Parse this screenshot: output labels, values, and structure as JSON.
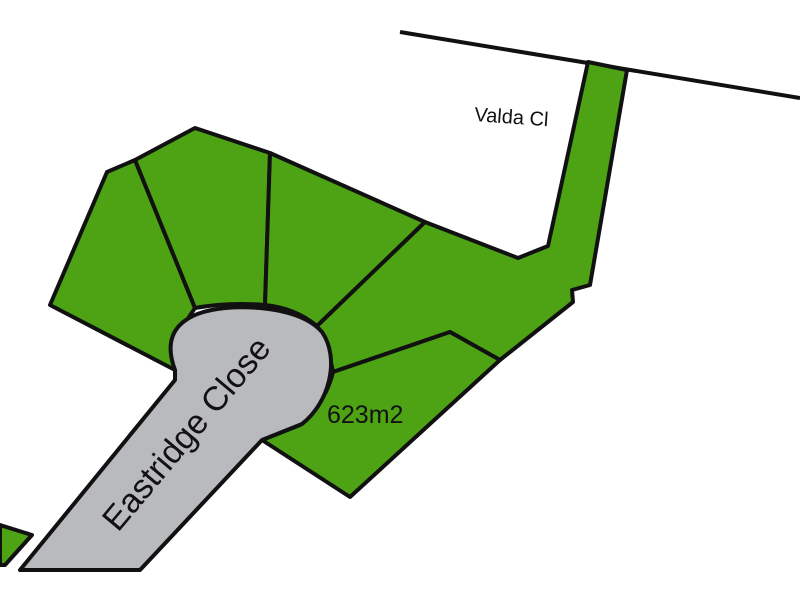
{
  "map": {
    "street_main": "Eastridge Close",
    "street_secondary": "Valda Cl",
    "lot_area_label": "623m2"
  },
  "colors": {
    "lot_fill": "#4ea314",
    "road_fill": "#b9babd",
    "background": "#ffffff",
    "outline": "#111111"
  }
}
